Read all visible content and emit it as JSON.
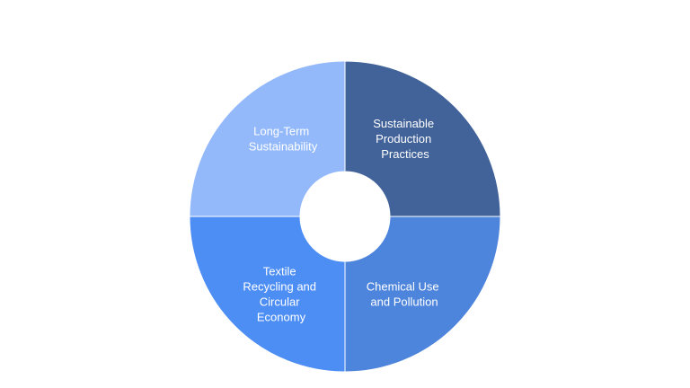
{
  "diagram": {
    "type": "donut-cycle",
    "segments": [
      {
        "id": "sustainable-production",
        "label_lines": [
          "Sustainable",
          "Production",
          "Practices"
        ],
        "color": "#426399"
      },
      {
        "id": "chemical-use",
        "label_lines": [
          "Chemical Use",
          "and Pollution"
        ],
        "color": "#4d84dc"
      },
      {
        "id": "textile-recycling",
        "label_lines": [
          "Textile",
          "Recycling and",
          "Circular",
          "Economy"
        ],
        "color": "#4d8ef4"
      },
      {
        "id": "long-term-sustainability",
        "label_lines": [
          "Long-Term",
          "Sustainability"
        ],
        "color": "#93b9fb"
      }
    ],
    "center_color": "#ffffff"
  }
}
